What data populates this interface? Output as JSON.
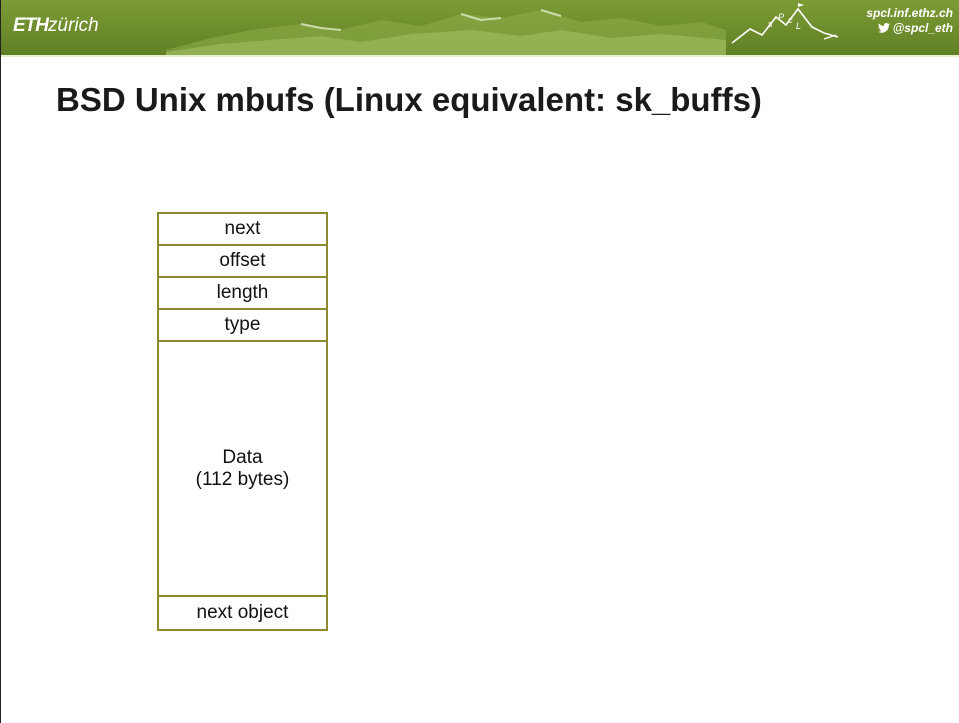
{
  "header": {
    "logo_bold": "ETH",
    "logo_rest": "zürich",
    "site": "spcl.inf.ethz.ch",
    "twitter": "@spcl_eth",
    "colors": {
      "header_green": "#6a8a2c",
      "header_line": "#e7efd2"
    }
  },
  "slide": {
    "title": "BSD Unix mbufs (Linux equivalent: sk_buffs)"
  },
  "diagram": {
    "fields": [
      "next",
      "offset",
      "length",
      "type"
    ],
    "data_label": "Data",
    "data_size": "(112 bytes)",
    "tail_field": "next object",
    "border_color": "#8c8a2c"
  }
}
